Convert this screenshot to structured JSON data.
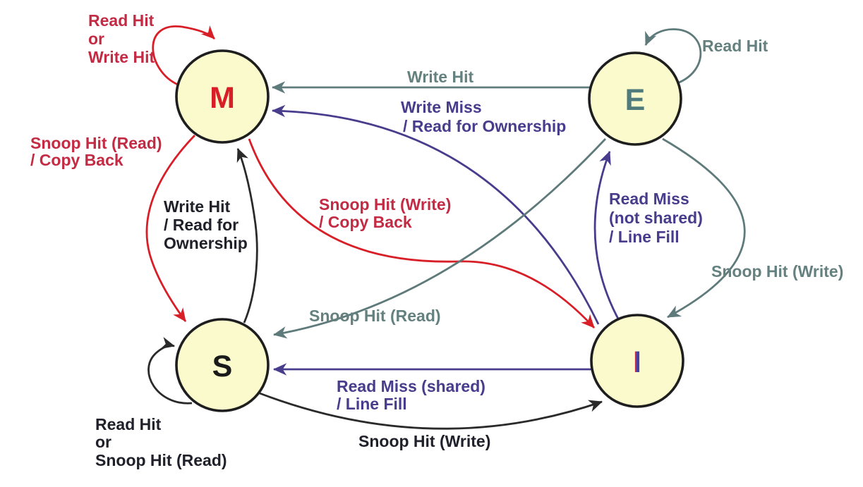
{
  "diagram": {
    "kind": "state-machine",
    "states": [
      {
        "id": "m",
        "label": "M"
      },
      {
        "id": "e",
        "label": "E"
      },
      {
        "id": "s",
        "label": "S"
      },
      {
        "id": "i",
        "label": "I"
      }
    ],
    "transitions": {
      "m_self": {
        "from": "M",
        "to": "M",
        "color": "red",
        "lines": [
          "Read Hit",
          "or",
          "Write Hit"
        ]
      },
      "e_self": {
        "from": "E",
        "to": "E",
        "color": "gray",
        "lines": [
          "Read Hit"
        ]
      },
      "e_to_m": {
        "from": "E",
        "to": "M",
        "color": "gray",
        "lines": [
          "Write Hit"
        ]
      },
      "i_to_m": {
        "from": "I",
        "to": "M",
        "color": "purple",
        "lines": [
          "Write Miss",
          "/ Read for Ownership"
        ]
      },
      "m_to_s": {
        "from": "M",
        "to": "S",
        "color": "red",
        "lines": [
          "Snoop Hit (Read)",
          "/ Copy Back"
        ]
      },
      "s_to_m": {
        "from": "S",
        "to": "M",
        "color": "black",
        "lines": [
          "Write Hit",
          "/ Read for",
          "Ownership"
        ]
      },
      "m_to_i": {
        "from": "M",
        "to": "I",
        "color": "red",
        "lines": [
          "Snoop Hit (Write)",
          "/ Copy Back"
        ]
      },
      "e_to_s": {
        "from": "E",
        "to": "S",
        "color": "gray",
        "lines": [
          "Snoop Hit (Read)"
        ]
      },
      "i_to_e": {
        "from": "I",
        "to": "E",
        "color": "purple",
        "lines": [
          "Read Miss",
          "(not shared)",
          "/ Line Fill"
        ]
      },
      "e_to_i": {
        "from": "E",
        "to": "I",
        "color": "gray",
        "lines": [
          "Snoop Hit (Write)"
        ]
      },
      "i_to_s": {
        "from": "I",
        "to": "S",
        "color": "purple",
        "lines": [
          "Read Miss (shared)",
          "/ Line Fill"
        ]
      },
      "s_to_i": {
        "from": "S",
        "to": "I",
        "color": "black",
        "lines": [
          "Snoop Hit (Write)"
        ]
      },
      "s_self": {
        "from": "S",
        "to": "S",
        "color": "black",
        "lines": [
          "Read Hit",
          "or",
          "Snoop Hit (Read)"
        ]
      }
    }
  },
  "colors": {
    "state_fill": "#FBFACD",
    "state_border": "#1E1E1E",
    "red_line": "#D81F28",
    "red_text": "#C32B44",
    "gray_line": "#5F7A7B",
    "gray_text": "#64807F",
    "gray_letter": "#507B7D",
    "purple": "#483C8C",
    "black_line": "#2A2A2A",
    "black_text": "#20202A",
    "black_letter": "#1A1A1A",
    "i_letter_red": "#BE3246",
    "i_letter_blue": "#4741A5"
  }
}
